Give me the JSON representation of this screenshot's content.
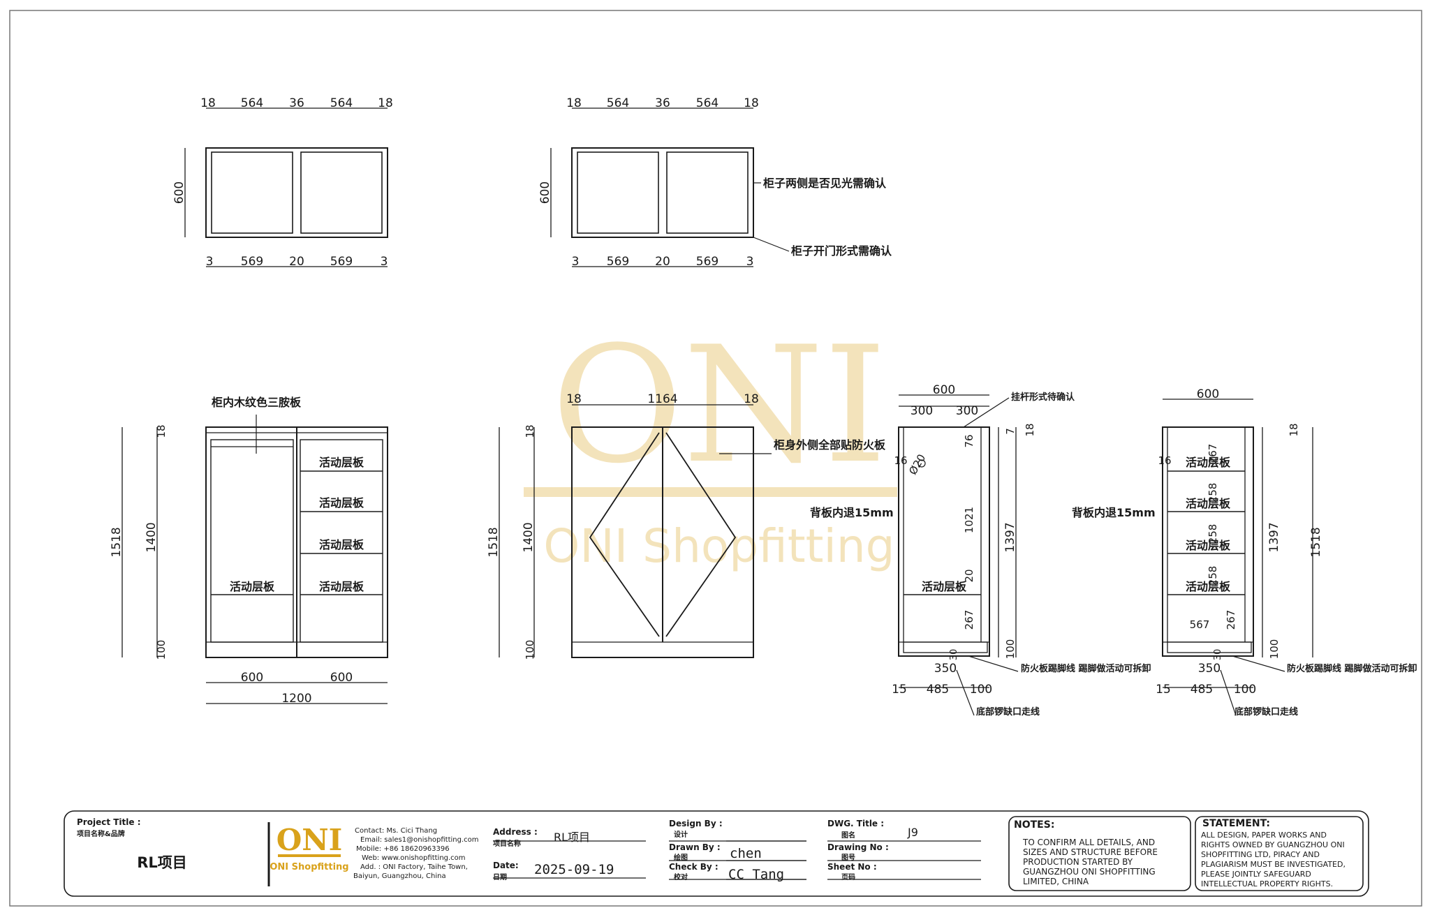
{
  "watermark": {
    "logo": "ONI",
    "text": "ONI Shopfitting"
  },
  "plan_views": [
    {
      "top_dims": [
        "18",
        "564",
        "36",
        "564",
        "18"
      ],
      "bottom_dims": [
        "3",
        "569",
        "20",
        "569",
        "3"
      ],
      "depth": "600"
    },
    {
      "top_dims": [
        "18",
        "564",
        "36",
        "564",
        "18"
      ],
      "bottom_dims": [
        "3",
        "569",
        "20",
        "569",
        "3"
      ],
      "depth": "600",
      "notes": [
        "柜子两侧是否见光需确认",
        "柜子开门形式需确认"
      ]
    }
  ],
  "interior_elevation": {
    "label_top": "柜内木纹色三胺板",
    "shelf_label": "活动层板",
    "dims": {
      "total_height": "1518",
      "body_height": "1400",
      "top": "18",
      "bottom": "100",
      "width_left": "600",
      "width_right": "600",
      "width_total": "1200"
    }
  },
  "front_elevation": {
    "label": "柜身外侧全部贴防火板",
    "dims": {
      "left": "18",
      "middle": "1164",
      "right": "18",
      "total_height": "1518",
      "body_height": "1400",
      "top": "18",
      "bottom": "100"
    }
  },
  "side_section_1": {
    "hanger_note": "挂杆形式待确认",
    "back_note": "背板内退15mm",
    "shelf_label": "活动层板",
    "kick_note": "防火板踢脚线 踢脚做活动可拆卸",
    "base_note": "底部锣缺口走线",
    "dims": {
      "width": "600",
      "w1": "300",
      "w2": "300",
      "rod": "Ø20",
      "d16": "16",
      "d76": "76",
      "d1021": "1021",
      "d20": "20",
      "d267": "267",
      "d1397": "1397",
      "d18": "18",
      "d7": "7",
      "d100": "100",
      "d350": "350",
      "d15": "15",
      "d485": "485",
      "d100b": "100",
      "d30": "30"
    }
  },
  "side_section_2": {
    "back_note": "背板内退15mm",
    "shelf_label": "活动层板",
    "kick_note": "防火板踢脚线 踢脚做活动可拆卸",
    "base_note": "底部锣缺口走线",
    "dims": {
      "width": "600",
      "d16": "16",
      "d267a": "267",
      "d258a": "258",
      "d258b": "258",
      "d258c": "258",
      "d567": "567",
      "d267b": "267",
      "d1397": "1397",
      "d1518": "1518",
      "d18": "18",
      "d100": "100",
      "d350": "350",
      "d15": "15",
      "d485": "485",
      "d100b": "100",
      "d30": "30"
    }
  },
  "title_block": {
    "project_title_label": "Project Title :",
    "project_title_cn": "项目名称&品牌",
    "project_name": "RL项目",
    "logo": "ONI",
    "logo_sub": "ONI Shopfitting",
    "contact": [
      "Contact:  Ms. Cici Thang",
      "Email: sales1@onishopfitting.com",
      "Mobile:  +86 18620963396",
      "Web: www.onishopfitting.com",
      "Add. :  ONI Factory, Taihe Town,",
      "Baiyun, Guangzhou, China"
    ],
    "address_label": "Address :",
    "address_cn": "项目名称",
    "address_value": "RL项目",
    "date_label": "Date:",
    "date_cn": "日期",
    "date_value": "2025-09-19",
    "design_by_label": "Design By :",
    "design_by_cn": "设计",
    "drawn_by_label": "Drawn By :",
    "drawn_by_cn": "绘图",
    "drawn_by_value": "chen",
    "check_by_label": "Check By :",
    "check_by_cn": "校对",
    "check_by_value": "CC Tang",
    "dwg_title_label": "DWG. Title :",
    "dwg_title_cn": "图名",
    "dwg_title_value": "J9",
    "drawing_no_label": "Drawing No :",
    "drawing_no_cn": "图号",
    "sheet_no_label": "Sheet No :",
    "sheet_no_cn": "页码",
    "notes_title": "NOTES:",
    "notes_lines": [
      "TO CONFIRM ALL DETAILS, AND",
      "SIZES AND STRUCTURE BEFORE",
      "PRODUCTION STARTED BY",
      "GUANGZHOU ONI SHOPFITTING",
      "LIMITED, CHINA"
    ],
    "statement_title": "STATEMENT:",
    "statement_lines": [
      "ALL DESIGN, PAPER WORKS AND",
      "RIGHTS OWNED BY GUANGZHOU ONI",
      "SHOPFITTING LTD, PIRACY AND",
      "PLAGIARISM MUST BE INVESTIGATED,",
      "PLEASE JOINTLY SAFEGUARD",
      "INTELLECTUAL PROPERTY RIGHTS."
    ]
  },
  "colors": {
    "line": "#1a1a1a",
    "watermark": "#f3e2b8",
    "logo": "#d9a21b"
  }
}
